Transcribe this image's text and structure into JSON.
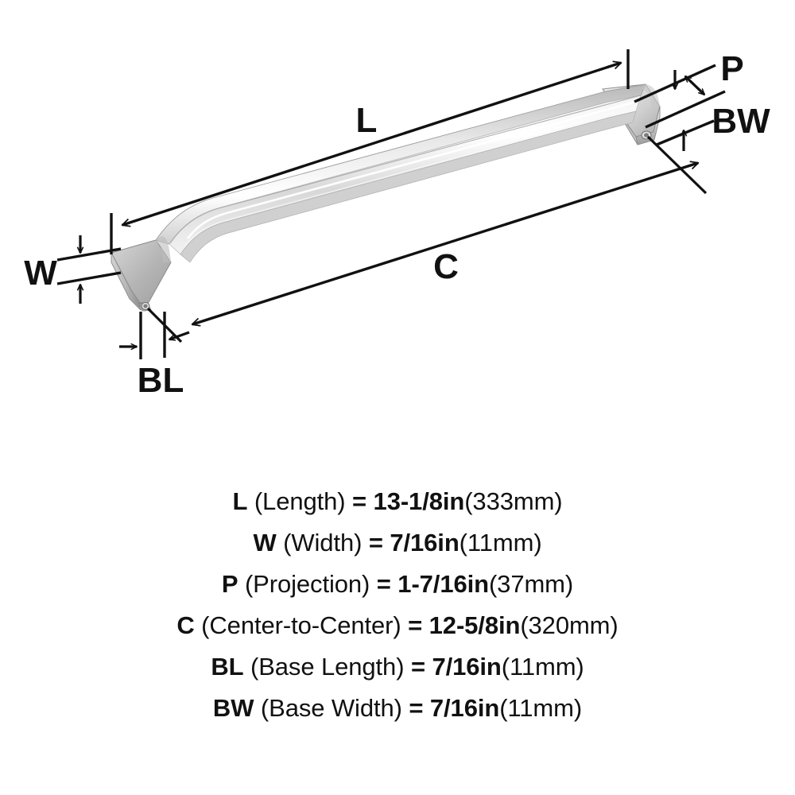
{
  "product": {
    "type": "cabinet-pull-handle-dimension-diagram",
    "finish_appearance": "polished chrome"
  },
  "diagram": {
    "labels": {
      "length": "L",
      "width": "W",
      "projection": "P",
      "center_to_center": "C",
      "base_length": "BL",
      "base_width": "BW"
    }
  },
  "legend": {
    "rows": [
      {
        "abbr": "L",
        "desc": "(Length)",
        "eq": "=",
        "imperial": "13-1/8in",
        "metric": "(333mm)"
      },
      {
        "abbr": "W",
        "desc": "(Width)",
        "eq": "=",
        "imperial": "7/16in",
        "metric": "(11mm)"
      },
      {
        "abbr": "P",
        "desc": "(Projection)",
        "eq": "=",
        "imperial": "1-7/16in",
        "metric": "(37mm)"
      },
      {
        "abbr": "C",
        "desc": "(Center-to-Center)",
        "eq": "=",
        "imperial": "12-5/8in",
        "metric": "(320mm)"
      },
      {
        "abbr": "BL",
        "desc": "(Base Length)",
        "eq": "=",
        "imperial": "7/16in",
        "metric": "(11mm)"
      },
      {
        "abbr": "BW",
        "desc": "(Base Width)",
        "eq": "=",
        "imperial": "7/16in",
        "metric": "(11mm)"
      }
    ]
  },
  "colors": {
    "background": "#ffffff",
    "ink": "#111111",
    "metal_light": "#fdfdfd",
    "metal_mid": "#c9c9c9",
    "metal_dark": "#8e8e8e"
  }
}
